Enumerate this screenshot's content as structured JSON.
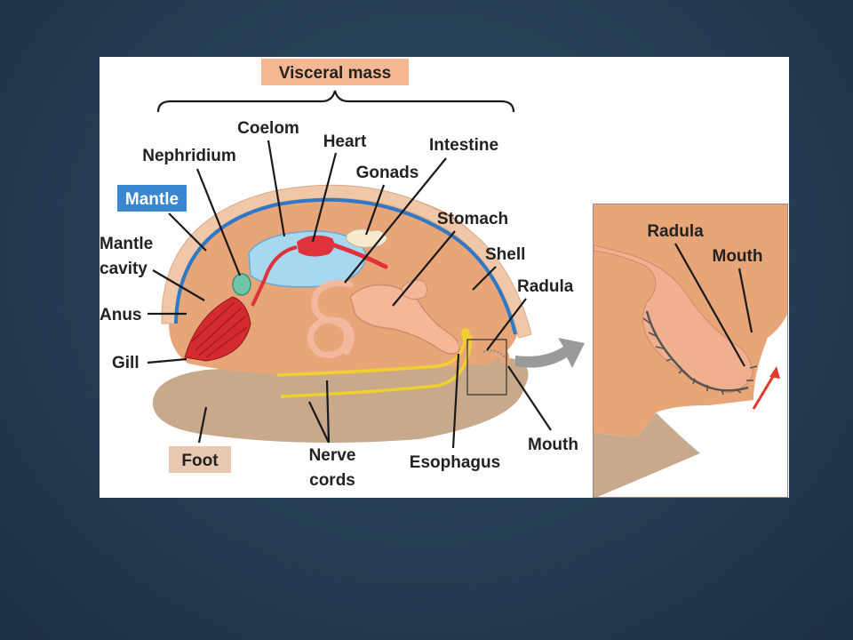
{
  "labels": {
    "visceral_mass": "Visceral mass",
    "coelom": "Coelom",
    "heart": "Heart",
    "intestine": "Intestine",
    "nephridium": "Nephridium",
    "gonads": "Gonads",
    "mantle": "Mantle",
    "stomach": "Stomach",
    "mantle_cavity_1": "Mantle",
    "mantle_cavity_2": "cavity",
    "shell": "Shell",
    "radula": "Radula",
    "anus": "Anus",
    "gill": "Gill",
    "foot": "Foot",
    "nerve_cords_1": "Nerve",
    "nerve_cords_2": "cords",
    "esophagus": "Esophagus",
    "mouth": "Mouth",
    "inset_radula": "Radula",
    "inset_mouth": "Mouth"
  },
  "colors": {
    "background": "#243d52",
    "body_tissue": "#e8a678",
    "shell": "#f0c8a8",
    "mantle_line": "#2e78c8",
    "foot": "#c8a98c",
    "gill": "#d42a30",
    "heart": "#e0323a",
    "coelom": "#a8d8f0",
    "nerve": "#f0d030",
    "label_box_orange": "#f5b893",
    "label_box_blue": "#3a86cf",
    "label_box_tan": "#e8c8b0"
  }
}
